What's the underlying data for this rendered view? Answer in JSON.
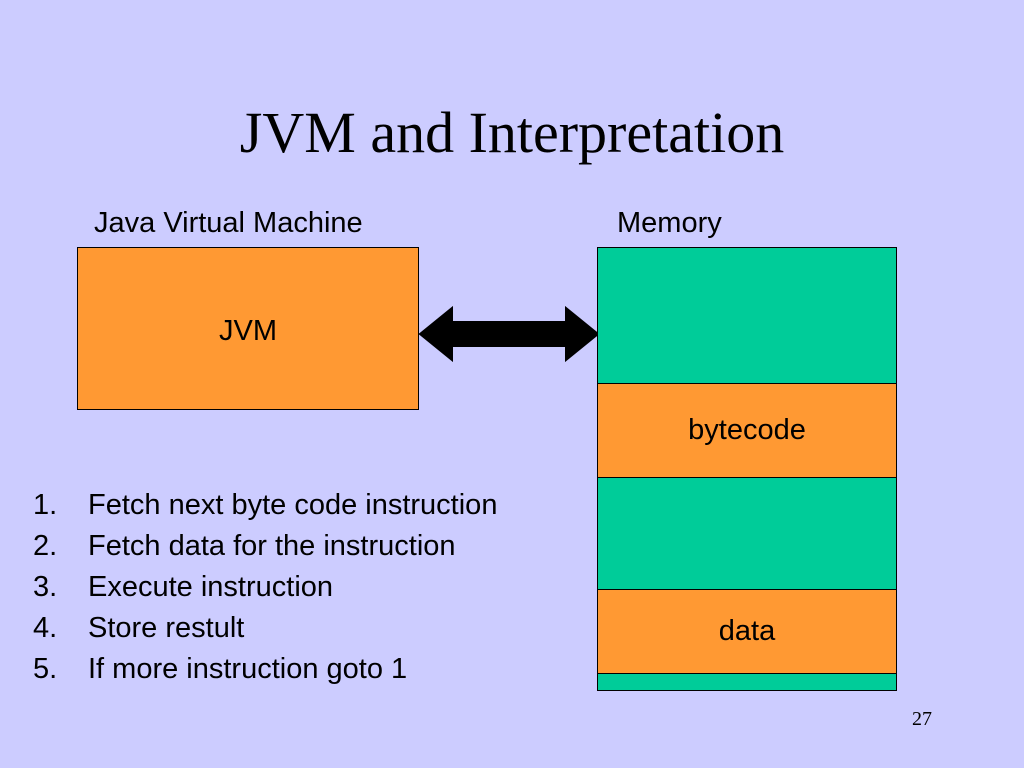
{
  "slide": {
    "title": "JVM and Interpretation",
    "page_number": "27"
  },
  "diagram": {
    "jvm_heading": "Java Virtual Machine",
    "memory_heading": "Memory",
    "jvm_box_label": "JVM",
    "memory_segments": {
      "bytecode": "bytecode",
      "data": "data"
    },
    "connector": "double-headed-arrow"
  },
  "steps": [
    {
      "num": "1.",
      "text": "Fetch next byte code instruction"
    },
    {
      "num": "2.",
      "text": "Fetch data for the instruction"
    },
    {
      "num": "3.",
      "text": "Execute instruction"
    },
    {
      "num": "4.",
      "text": "Store restult"
    },
    {
      "num": "5.",
      "text": "If more instruction goto 1"
    }
  ],
  "colors": {
    "background": "#ccccff",
    "orange_box": "#ff9933",
    "memory_green": "#00cc99"
  }
}
